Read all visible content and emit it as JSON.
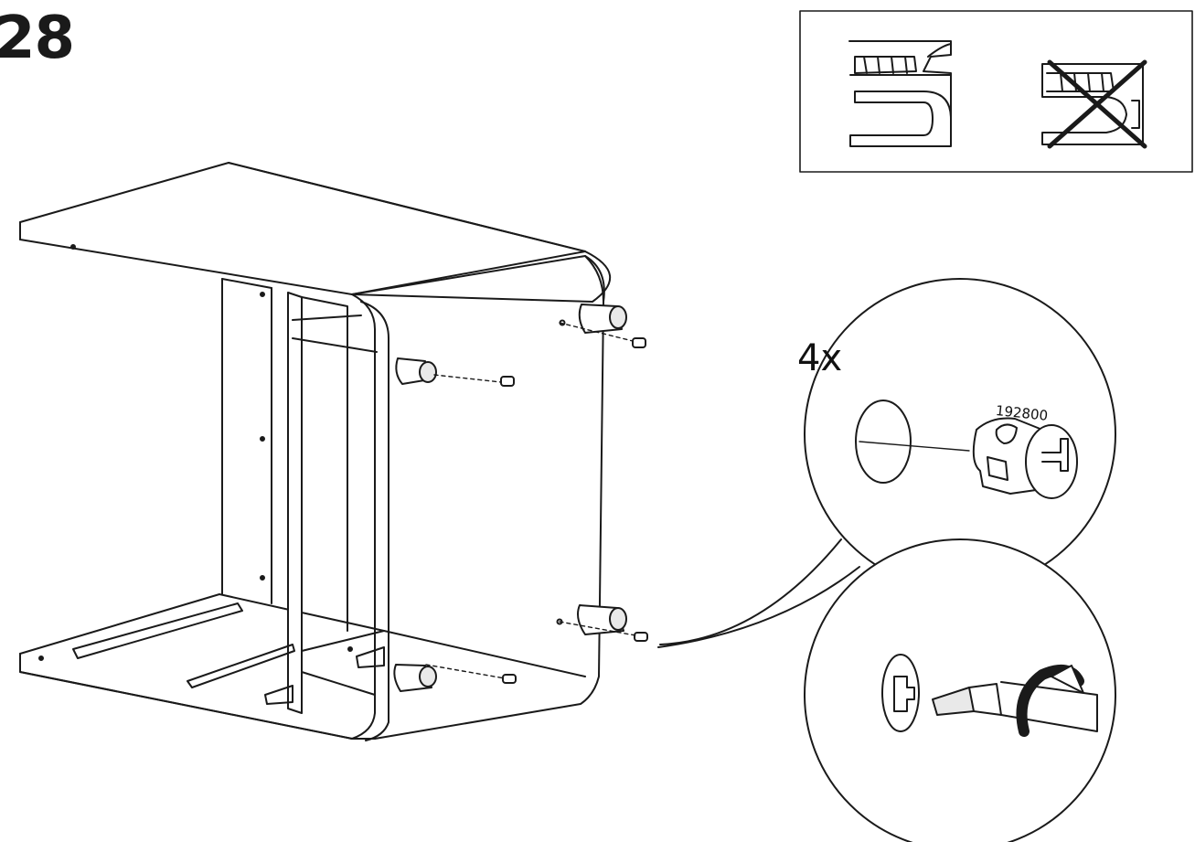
{
  "step": {
    "number": "28"
  },
  "detail": {
    "quantity": "4x",
    "part_number": "192800"
  },
  "legend": {
    "correct_icon": "cam-lock-correct-orientation-icon",
    "incorrect_icon": "cam-lock-incorrect-orientation-icon"
  },
  "colors": {
    "ink": "#1a1a1a",
    "paper": "#ffffff",
    "shade": "#e9e9e9"
  }
}
